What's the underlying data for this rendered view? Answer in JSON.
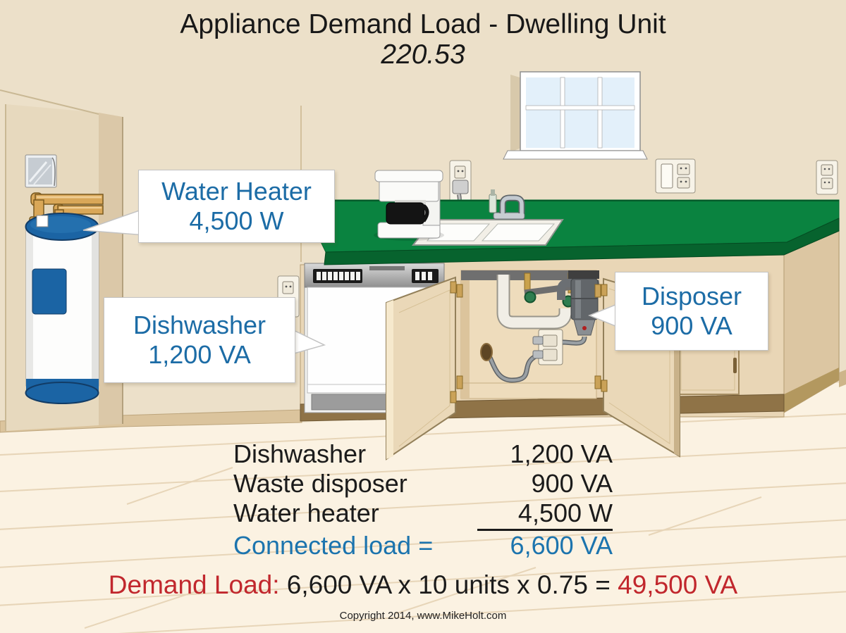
{
  "title": {
    "line1": "Appliance Demand Load - Dwelling Unit",
    "line2": "220.53"
  },
  "callouts": {
    "water_heater": {
      "title": "Water Heater",
      "value": "4,500 W"
    },
    "dishwasher": {
      "title": "Dishwasher",
      "value": "1,200 VA"
    },
    "disposer": {
      "title": "Disposer",
      "value": "900 VA"
    }
  },
  "load_table": {
    "rows": [
      {
        "label": "Dishwasher",
        "value": "1,200 VA"
      },
      {
        "label": "Waste disposer",
        "value": "900 VA"
      },
      {
        "label": "Water heater",
        "value": "4,500 W"
      }
    ],
    "total_label": "Connected load =",
    "total_value": "6,600 VA"
  },
  "demand_line": {
    "label": "Demand Load: ",
    "expression": "6,600 VA x 10 units x 0.75 = ",
    "result": "49,500 VA"
  },
  "footer": {
    "copyright": "Copyright 2014, www.MikeHolt.com"
  },
  "colors": {
    "wall": "#ece0c9",
    "floor": "#fbf2e2",
    "counter_green": "#0a8340",
    "counter_green_dark": "#07632e",
    "cabinet_tan": "#e9d6b6",
    "tank_blue": "#1b64a4",
    "copper_pipe": "#d9a758",
    "callout_text": "#1c6ca6",
    "connected_load_blue": "#1c74ae",
    "demand_red": "#c1272d"
  }
}
